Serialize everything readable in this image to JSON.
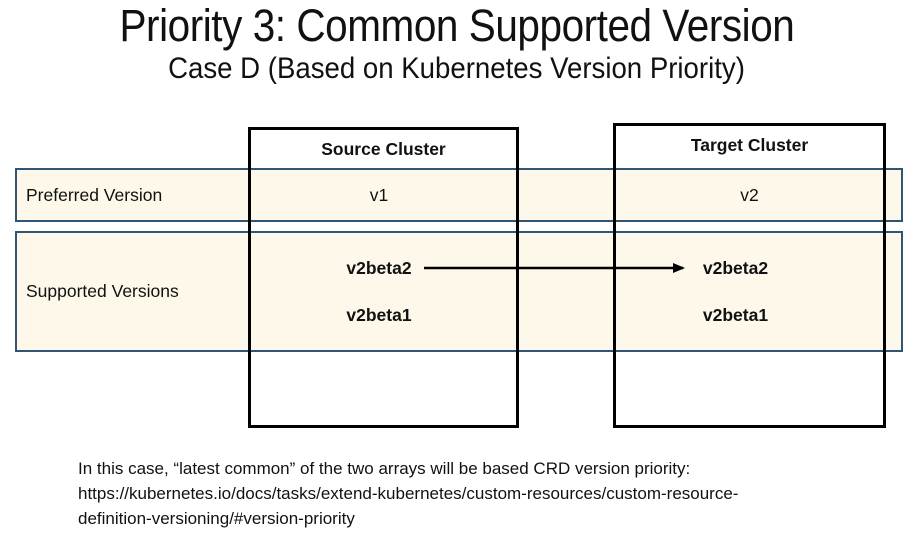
{
  "slide": {
    "title": "Priority 3: Common Supported Version",
    "subtitle": "Case D (Based on Kubernetes Version Priority)"
  },
  "table": {
    "row_labels": {
      "preferred": "Preferred Version",
      "supported": "Supported Versions"
    },
    "source": {
      "header": "Source Cluster",
      "preferred": "v1",
      "supported": [
        "v2beta2",
        "v2beta1"
      ]
    },
    "target": {
      "header": "Target Cluster",
      "preferred": "v2",
      "supported": [
        "v2beta2",
        "v2beta1"
      ]
    }
  },
  "arrow": {
    "from": "source v2beta2",
    "to": "target v2beta2"
  },
  "footer": {
    "line1": "In this case, “latest common” of the two arrays will be based CRD version priority:",
    "line2": "https://kubernetes.io/docs/tasks/extend-kubernetes/custom-resources/custom-resource-",
    "line3": "definition-versioning/#version-priority"
  },
  "colors": {
    "band_fill": "#FDF8EA",
    "band_border": "#2F5577",
    "box_border": "#000000",
    "arrow_color": "#000000",
    "text_color": "#111111"
  }
}
